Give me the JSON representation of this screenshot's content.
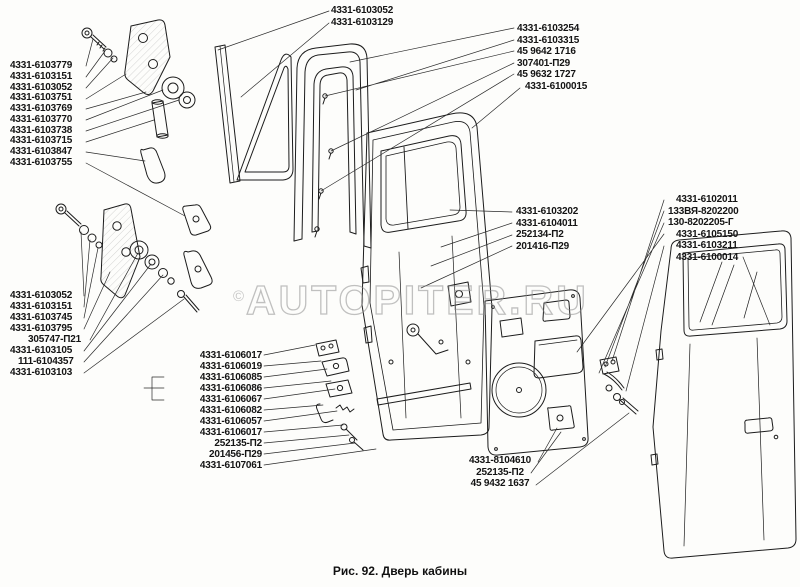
{
  "figure": {
    "caption": "Рис. 92. Дверь кабины"
  },
  "watermark": {
    "copyright": "©",
    "text": "AUTOPITER.RU"
  },
  "labels": {
    "top_center": [
      "4331-6103052",
      "4331-6103129"
    ],
    "top_right": [
      "4331-6103254",
      "4331-6103315",
      "45 9642 1716",
      "307401-П29",
      "45 9632 1727",
      "4331-6100015"
    ],
    "hinge_upper": [
      "4331-6103779",
      "4331-6103151",
      "4331-6103052",
      "4331-6103751",
      "4331-6103769",
      "4331-6103770",
      "4331-6103738",
      "4331-6103715",
      "4331-6103847",
      "4331-6103755"
    ],
    "hinge_lower": [
      "4331-6103052",
      "4331-6103151",
      "4331-6103745",
      "4331-6103795",
      "305747-П21",
      "4331-6103105",
      "111-6104357",
      "4331-6103103"
    ],
    "door_center": [
      "4331-6103202",
      "4331-6104011",
      "252134-П2",
      "201416-П29"
    ],
    "right_side": [
      "4331-6102011",
      "133ВЯ-8202200",
      "130-8202205-Г",
      "4331-6105150",
      "4331-6103211",
      "4331-6100014"
    ],
    "lock_group": [
      "4331-6106017",
      "4331-6106019",
      "4331-6106085",
      "4331-6106086",
      "4331-6106067",
      "4331-6106082",
      "4331-6106057",
      "4331-6106017",
      "252135-П2",
      "201456-П29",
      "4331-6107061"
    ],
    "bottom_center": [
      "4331-8104610",
      "252135-П2",
      "45 9432 1637"
    ]
  }
}
